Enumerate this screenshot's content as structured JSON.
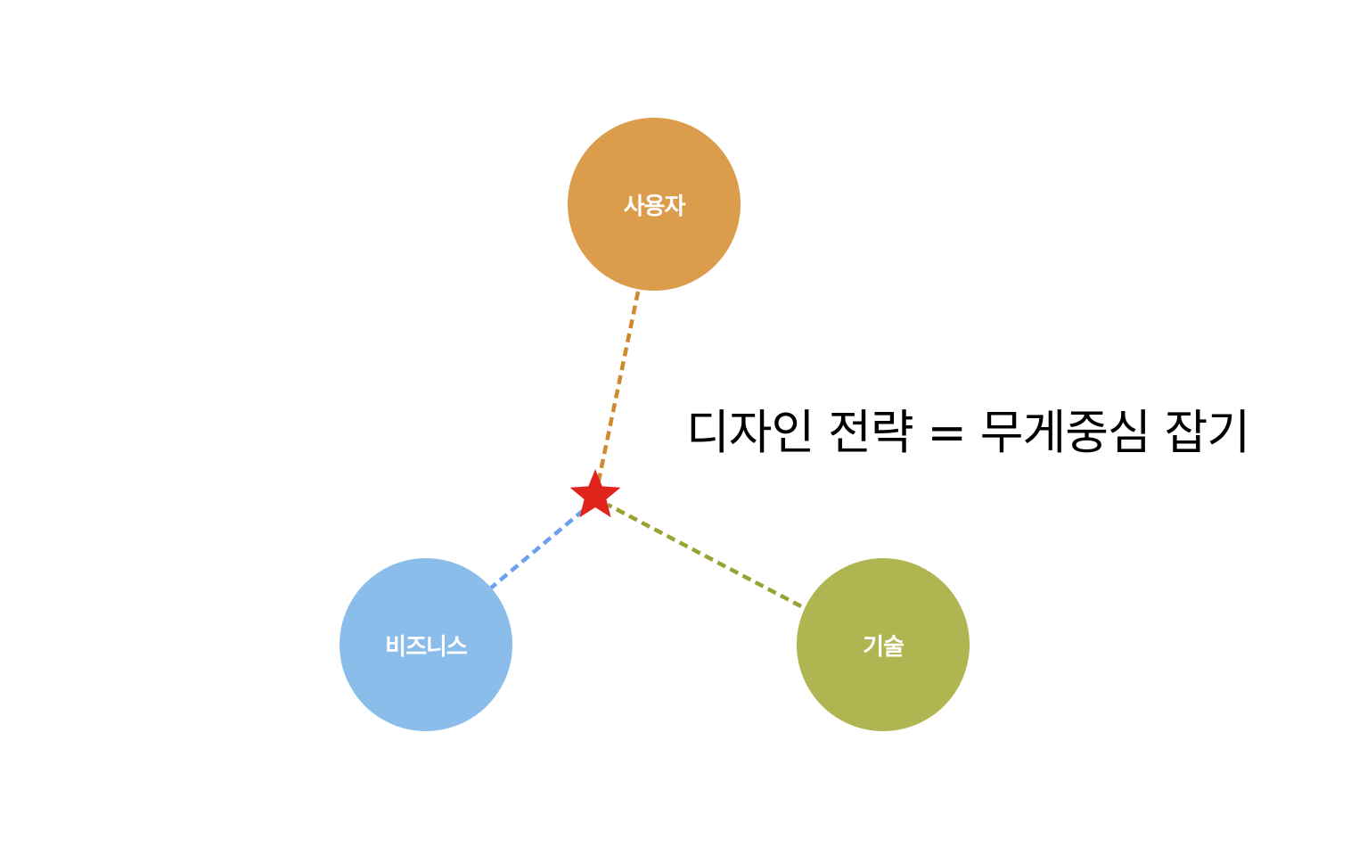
{
  "diagram": {
    "nodes": {
      "user": {
        "label": "사용자",
        "color": "#DB9C4C"
      },
      "business": {
        "label": "비즈니스",
        "color": "#8ABDE9"
      },
      "tech": {
        "label": "기술",
        "color": "#AFB651"
      }
    },
    "center": {
      "icon": "star-icon",
      "color": "#E0241B"
    },
    "connectors": {
      "user_color": "#D08A2E",
      "business_color": "#6F9FF0",
      "tech_color": "#9AA235"
    },
    "headline": "디자인 전략 = 무게중심 잡기"
  }
}
